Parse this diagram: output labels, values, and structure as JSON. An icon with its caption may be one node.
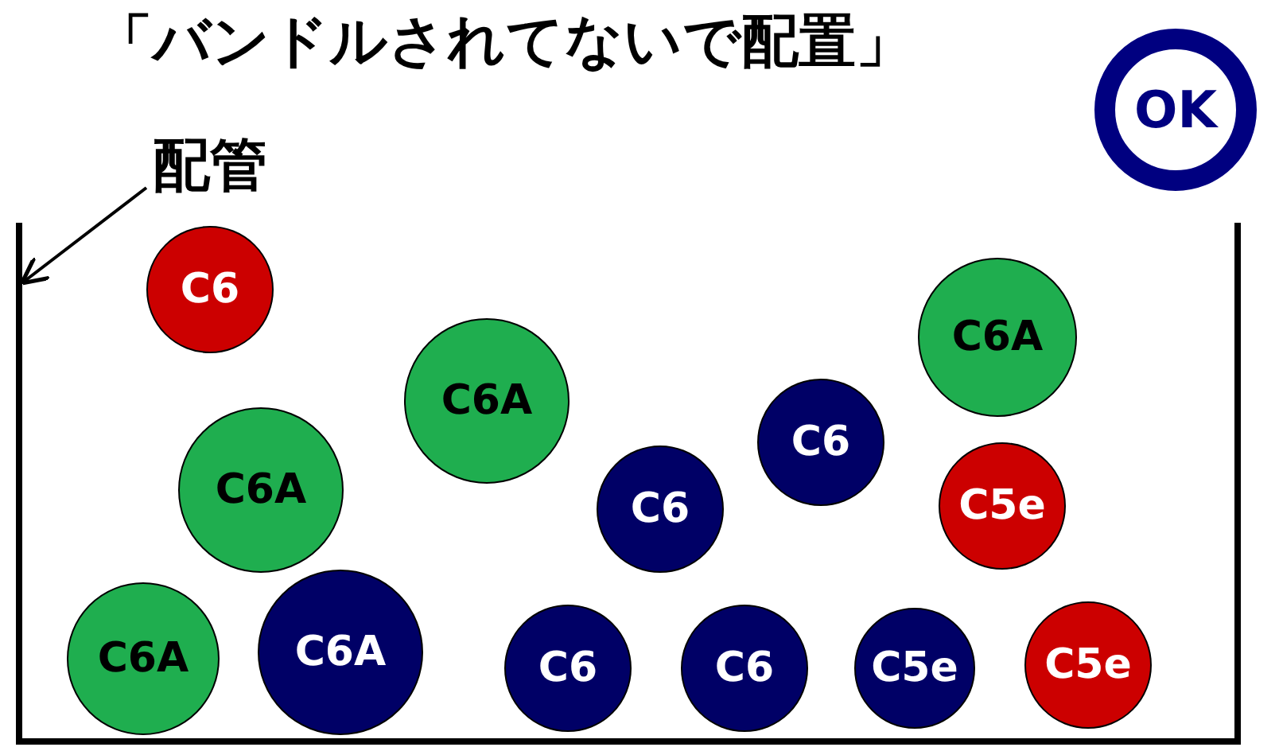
{
  "diagram": {
    "title": "「バンドルされてないで配置」",
    "nodes": [
      {
        "text": [
          "配管"
        ]
      },
      {
        "text": [
          "OK"
        ]
      },
      {
        "text": [],
        "shape": "box"
      },
      {
        "text": [
          "C6"
        ],
        "in": 2
      },
      {
        "text": [
          "C6A"
        ],
        "in": 2
      },
      {
        "text": [
          "C6A"
        ],
        "in": 2
      },
      {
        "text": [
          "C6"
        ],
        "in": 2
      },
      {
        "text": [
          "C6A"
        ],
        "in": 2
      },
      {
        "text": [
          "C6"
        ],
        "in": 2
      },
      {
        "text": [
          "C5e"
        ],
        "in": 2
      },
      {
        "text": [
          "C6A"
        ],
        "in": 2
      },
      {
        "text": [
          "C6A"
        ],
        "in": 2
      },
      {
        "text": [
          "C6"
        ],
        "in": 2
      },
      {
        "text": [
          "C6"
        ],
        "in": 2
      },
      {
        "text": [
          "C5e"
        ],
        "in": 2
      },
      {
        "text": [
          "C5e"
        ],
        "in": 2
      }
    ],
    "edges": [
      {
        "from": 0,
        "to": 2,
        "arrow": "to"
      }
    ]
  }
}
